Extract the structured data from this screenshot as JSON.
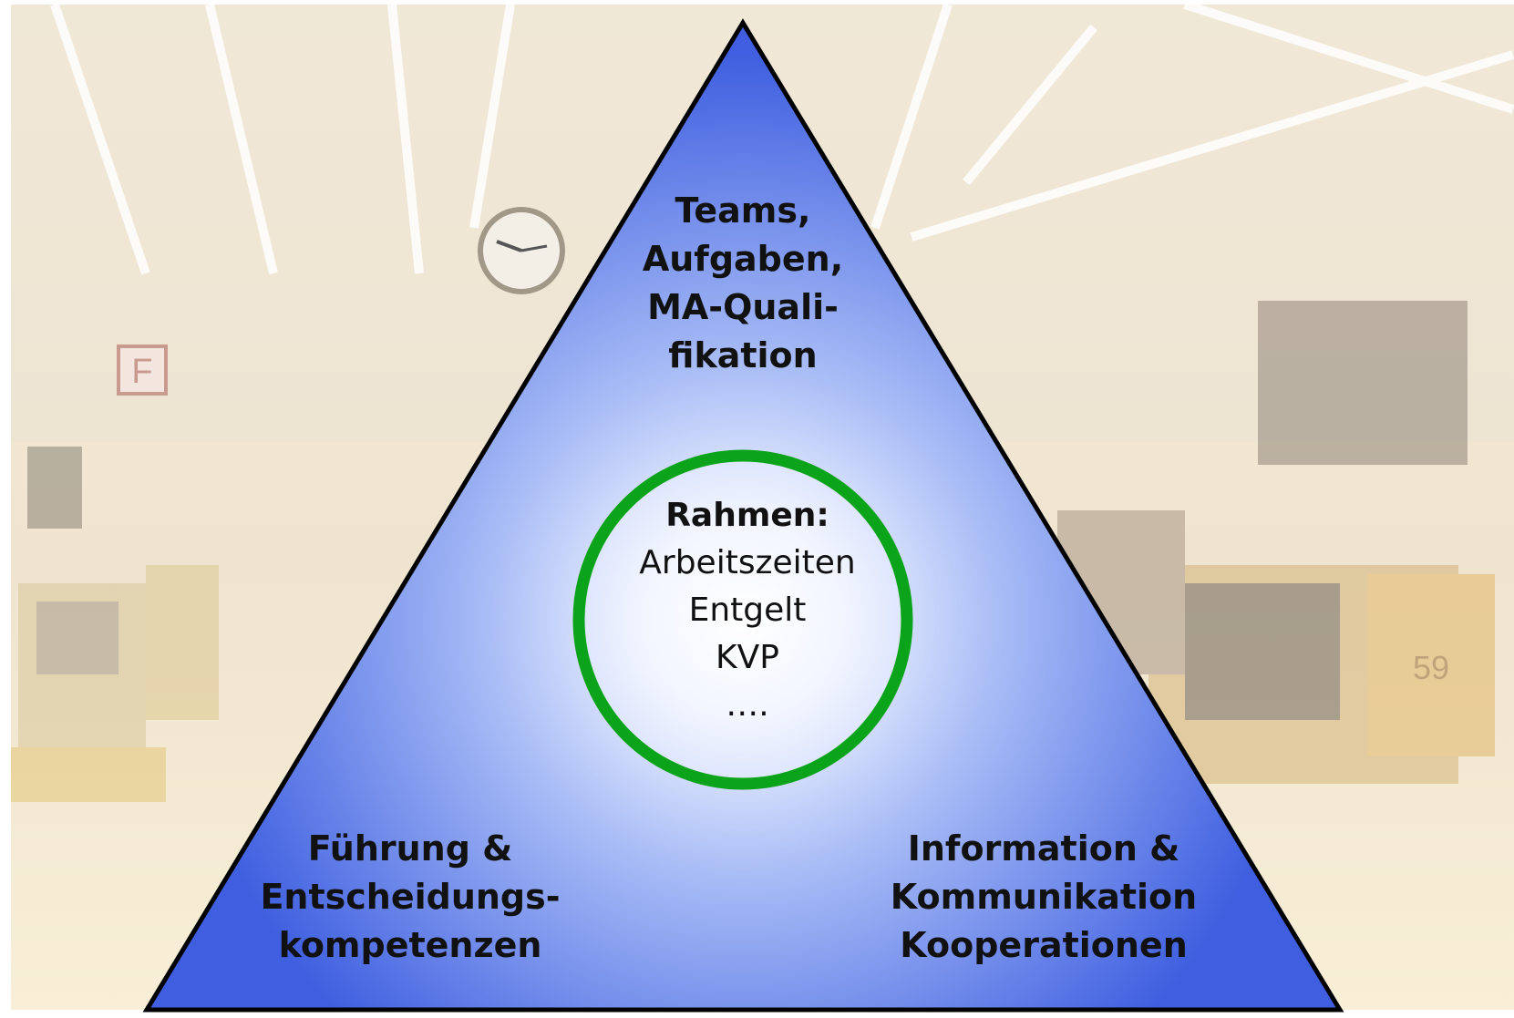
{
  "diagram": {
    "top_vertex": {
      "lines": [
        "Teams,",
        "Aufgaben,",
        "MA-Quali-",
        "fikation"
      ]
    },
    "bottom_left_vertex": {
      "lines": [
        "Führung &",
        "Entscheidungs-",
        "kompetenzen"
      ]
    },
    "bottom_right_vertex": {
      "lines": [
        "Information &",
        "Kommunikation",
        "Kooperationen"
      ]
    },
    "center": {
      "heading": "Rahmen:",
      "items": [
        "Arbeitszeiten",
        "Entgelt",
        "KVP",
        "…."
      ]
    }
  },
  "colors": {
    "triangle_edge": "#3f5fe0",
    "triangle_center": "#ffffff",
    "triangle_outline": "#000000",
    "circle_ring": "#0aa31a",
    "background_tint": "#f3ead8"
  }
}
